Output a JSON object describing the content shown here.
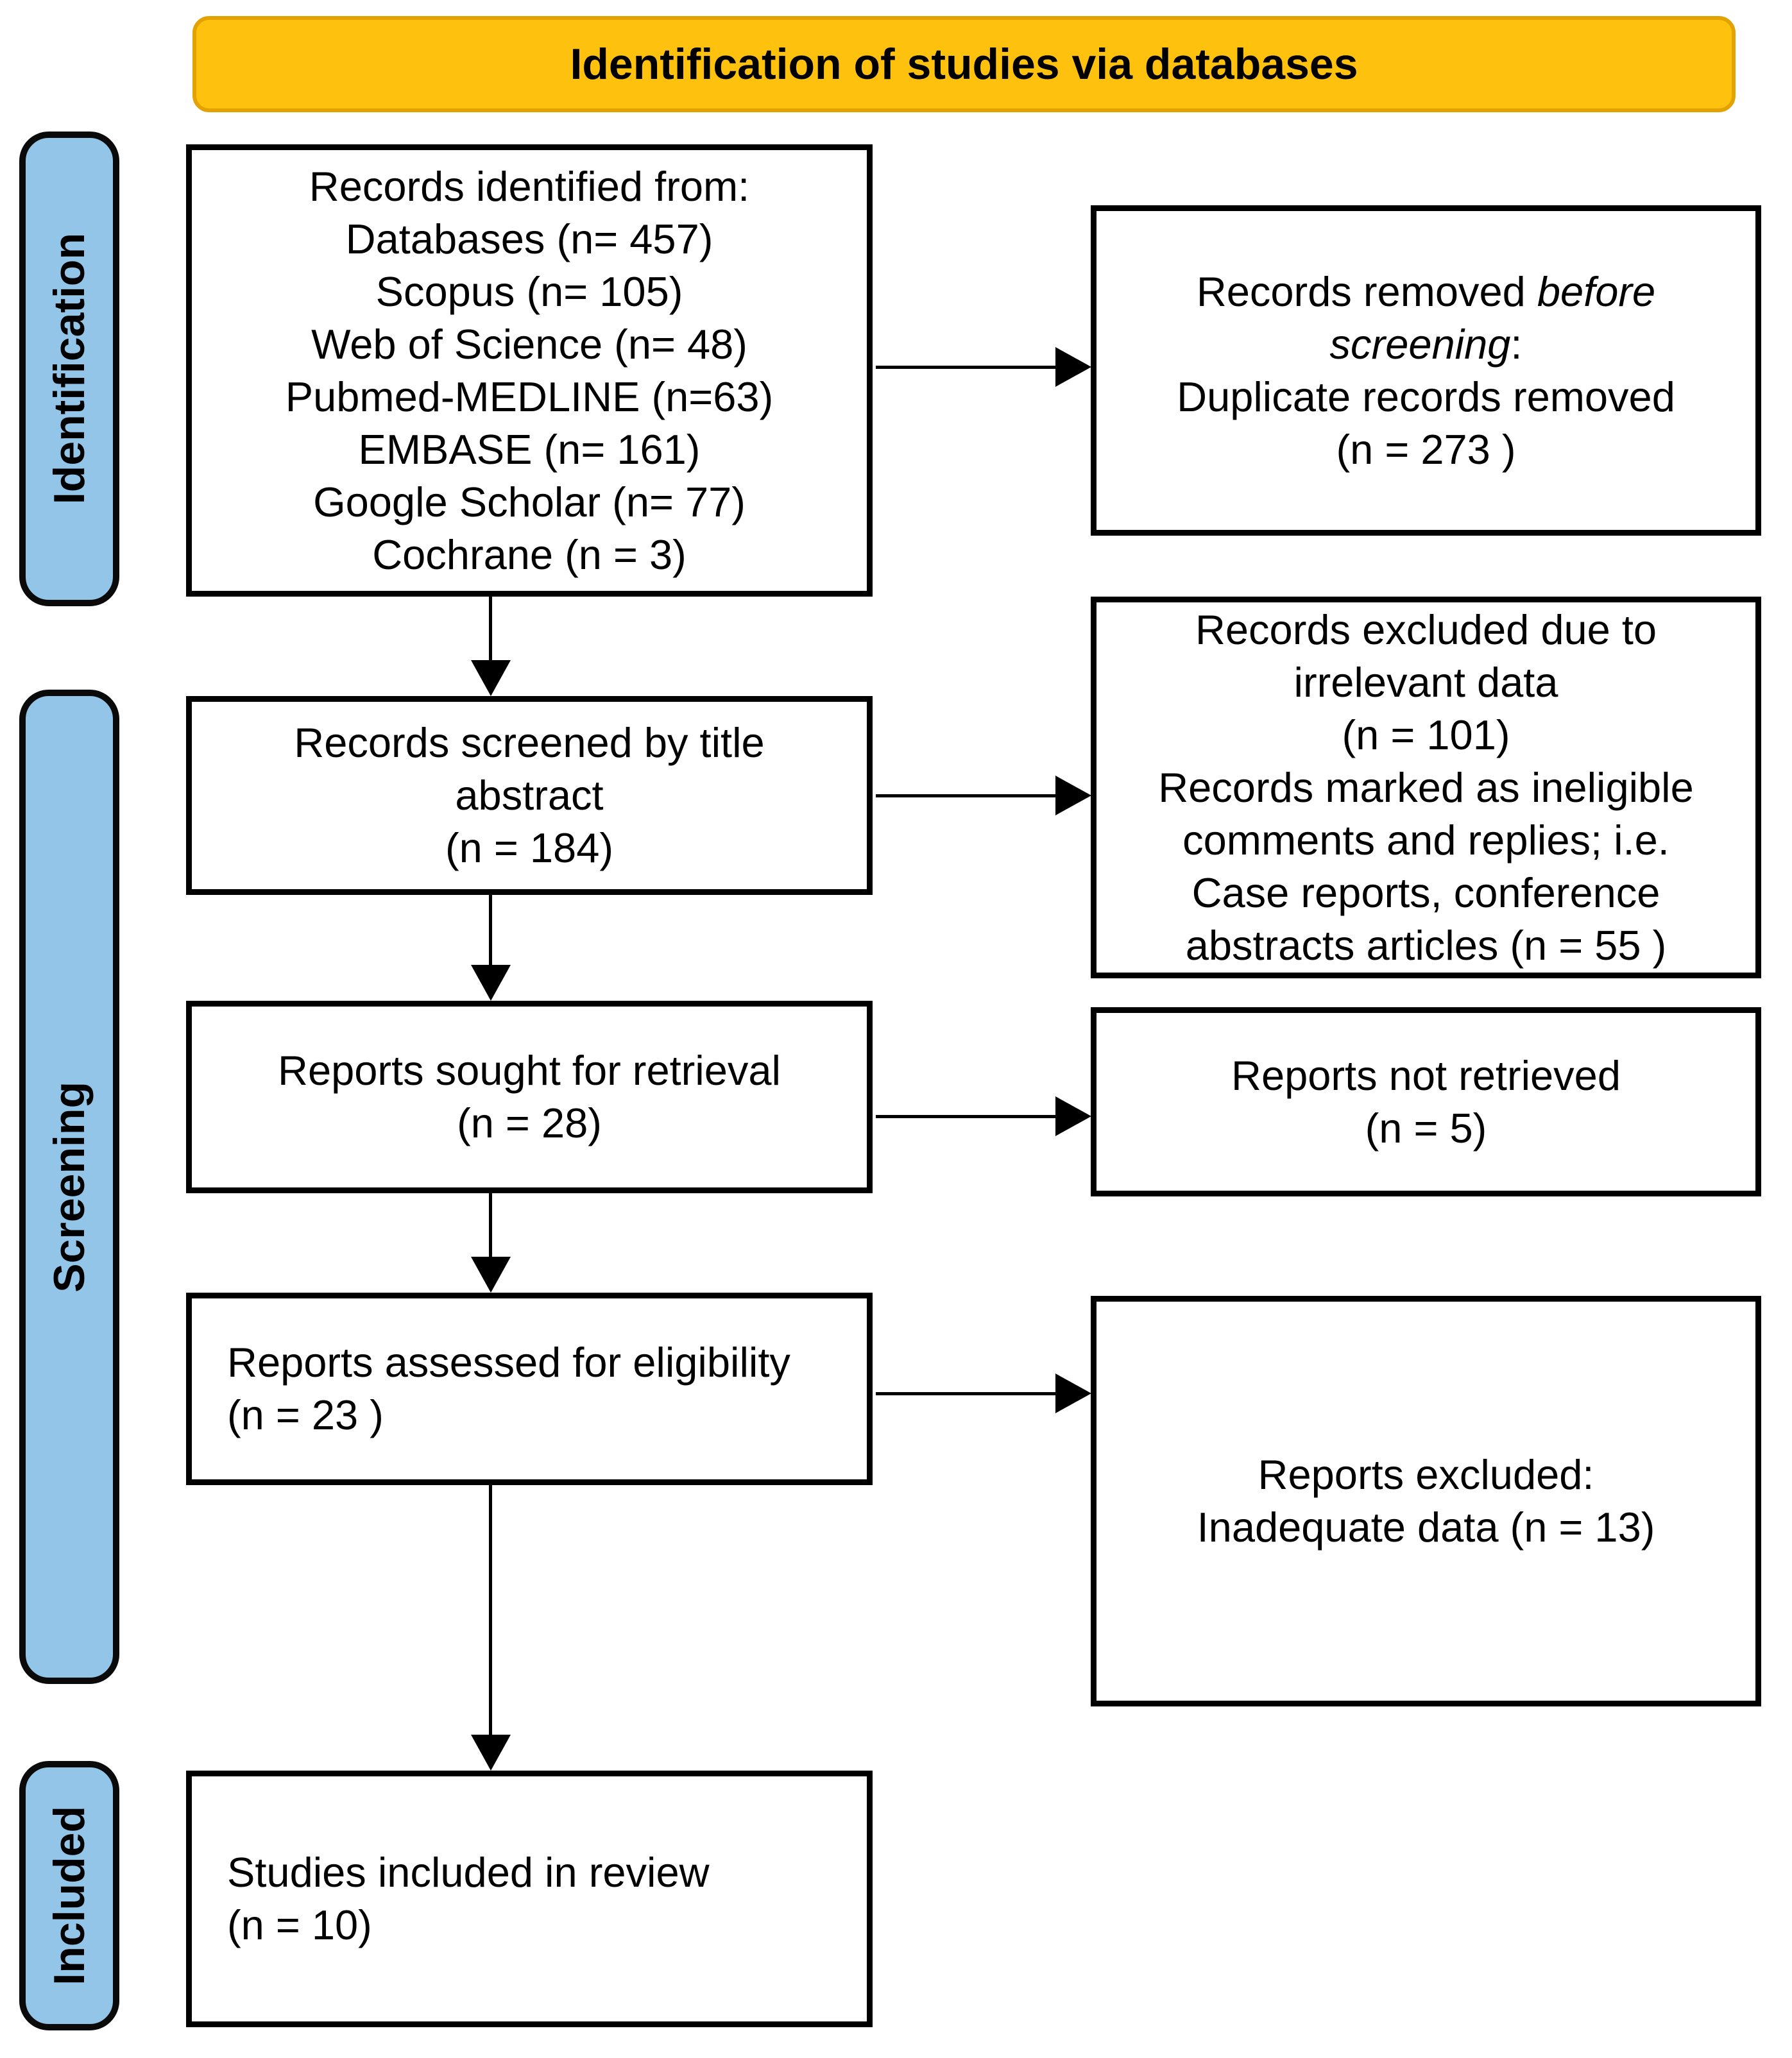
{
  "header": {
    "title": "Identification of studies via databases"
  },
  "stages": [
    {
      "label": "Identification"
    },
    {
      "label": "Screening"
    },
    {
      "label": "Included"
    }
  ],
  "colors": {
    "header_fill": "#FEC20E",
    "header_border": "#E2A202",
    "stage_fill": "#92C5E8",
    "box_border": "#000000",
    "background": "#FFFFFF"
  },
  "boxes": {
    "identified": {
      "lines": [
        "Records identified from:",
        "Databases (n= 457)",
        "Scopus (n= 105)",
        "Web of Science (n= 48)",
        "Pubmed-MEDLINE (n=63)",
        "EMBASE (n= 161)",
        "Google Scholar (n= 77)",
        "Cochrane (n = 3)"
      ]
    },
    "removed": {
      "line1_normal": "Records removed ",
      "line1_italic": "before",
      "line2_italic": "screening",
      "line2_suffix": ":",
      "line3": "Duplicate records removed",
      "line4": "(n = 273 )"
    },
    "screened": {
      "lines": [
        "Records screened by title",
        "abstract",
        "(n = 184)"
      ]
    },
    "excluded_irrelevant": {
      "lines": [
        "Records excluded due to",
        "irrelevant data",
        "(n = 101)",
        "Records marked as ineligible",
        "comments and replies; i.e.",
        "Case reports, conference",
        "abstracts articles (n = 55 )"
      ]
    },
    "sought": {
      "lines": [
        "Reports sought for retrieval",
        "(n = 28)"
      ]
    },
    "not_retrieved": {
      "lines": [
        "Reports not retrieved",
        "(n = 5)"
      ]
    },
    "assessed": {
      "lines": [
        "Reports assessed for eligibility",
        "(n = 23 )"
      ]
    },
    "reports_excluded": {
      "lines": [
        "Reports excluded:",
        "Inadequate data (n = 13)"
      ]
    },
    "included_review": {
      "lines": [
        "Studies included in review",
        "(n = 10)"
      ]
    }
  }
}
